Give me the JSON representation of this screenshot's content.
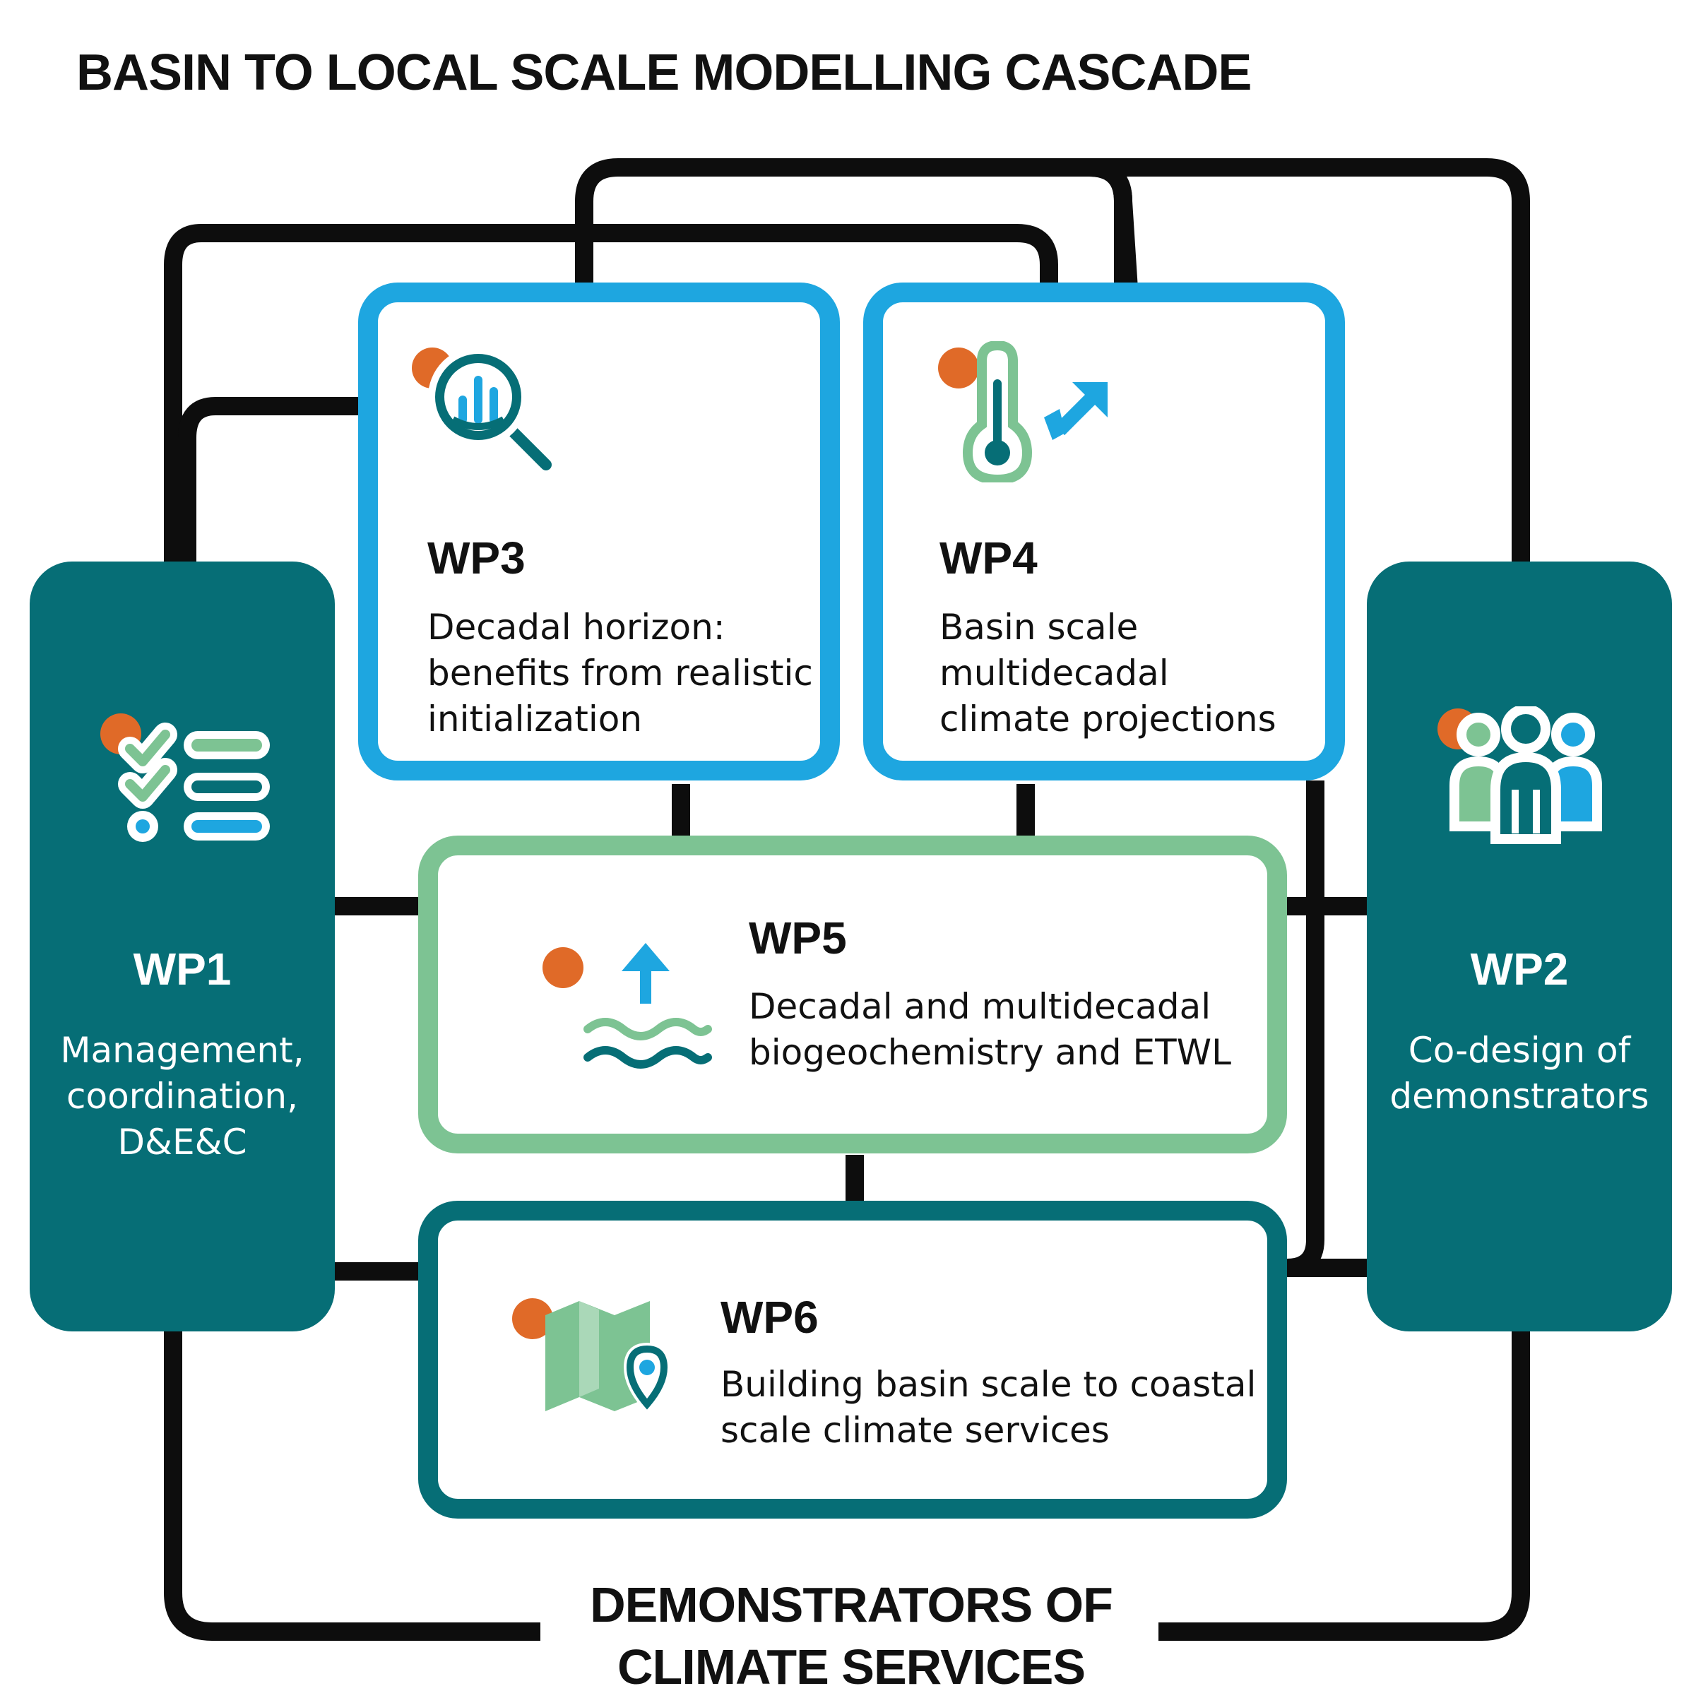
{
  "titles": {
    "top": "BASIN TO LOCAL SCALE MODELLING CASCADE",
    "bottom_line1": "DEMONSTRATORS OF",
    "bottom_line2": "CLIMATE SERVICES"
  },
  "work_packages": {
    "wp1": {
      "code": "WP1",
      "lines": [
        "Management,",
        "coordination,",
        "D&E&C"
      ],
      "icon": "checklist-icon"
    },
    "wp2": {
      "code": "WP2",
      "lines": [
        "Co-design of",
        "demonstrators"
      ],
      "icon": "people-group-icon"
    },
    "wp3": {
      "code": "WP3",
      "lines": [
        "Decadal horizon:",
        "benefits from realistic",
        "initialization"
      ],
      "icon": "magnifier-chart-icon"
    },
    "wp4": {
      "code": "WP4",
      "lines": [
        "Basin scale",
        "multidecadal",
        "climate projections"
      ],
      "icon": "thermometer-rising-icon"
    },
    "wp5": {
      "code": "WP5",
      "lines": [
        "Decadal and multidecadal",
        "biogeochemistry and ETWL"
      ],
      "icon": "rising-water-icon"
    },
    "wp6": {
      "code": "WP6",
      "lines": [
        "Building basin scale to coastal",
        "scale climate services"
      ],
      "icon": "map-pin-icon"
    }
  },
  "colors": {
    "dark_teal": "#066e76",
    "sky_blue": "#1ea6e0",
    "mint_green": "#7dc393",
    "orange_dot": "#e06a28",
    "arrow_black": "#0d0d0d"
  }
}
